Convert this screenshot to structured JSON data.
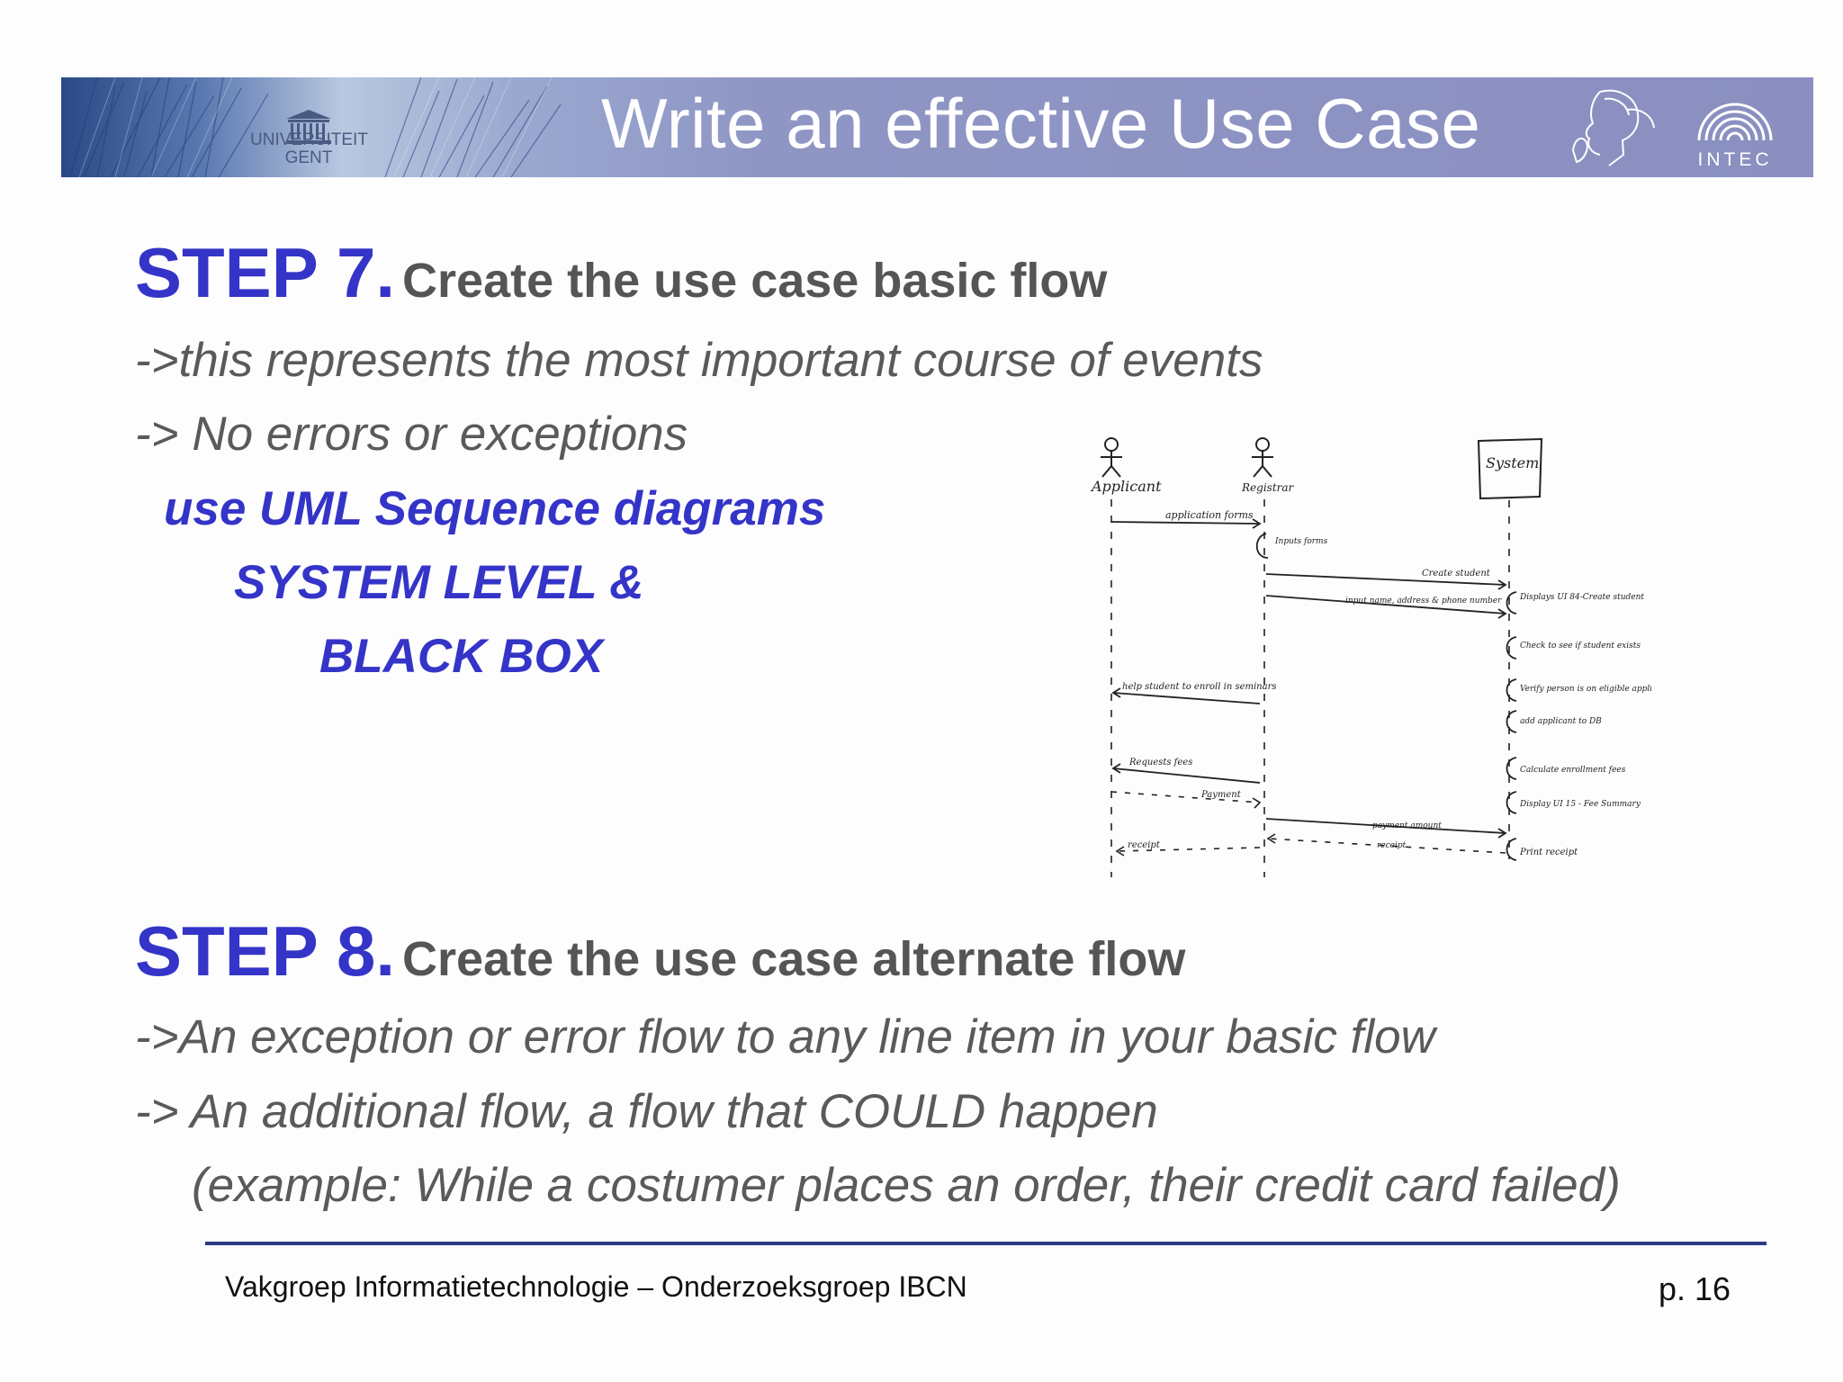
{
  "header": {
    "title": "Write an effective Use Case",
    "university_logo_text": [
      "UNIVERSITEIT",
      "GENT"
    ],
    "intec_logo_text": "INTEC"
  },
  "step7": {
    "number": "STEP 7.",
    "title": "Create the use case basic flow",
    "lines": [
      "->this represents the most important course of events",
      "-> No errors or exceptions"
    ],
    "highlight": [
      "use UML Sequence diagrams",
      "SYSTEM LEVEL &",
      "BLACK BOX"
    ]
  },
  "diagram": {
    "actors": [
      "Applicant",
      "Registrar",
      "System"
    ],
    "messages": [
      "application forms",
      "Inputs forms",
      "Create student",
      "input name, address & phone number",
      "Displays UI 84-Create student",
      "Check to see if student exists",
      "help student to enroll in seminars",
      "Verify person is on eligible applicants list",
      "add applicant to DB",
      "Requests fees",
      "Calculate enrollment fees",
      "Payment",
      "Display UI 15 - Fee Summary",
      "payment amount",
      "receipt",
      "receipt",
      "Print receipt"
    ]
  },
  "step8": {
    "number": "STEP 8.",
    "title": "Create the use case alternate flow",
    "lines": [
      "->An exception or error flow to any line item in your basic flow",
      "-> An additional flow, a flow that COULD happen",
      "(example: While a costumer places an order, their credit card failed)"
    ]
  },
  "footer": {
    "department": "Vakgroep Informatietechnologie – Onderzoeksgroep IBCN",
    "page": "p. 16"
  }
}
